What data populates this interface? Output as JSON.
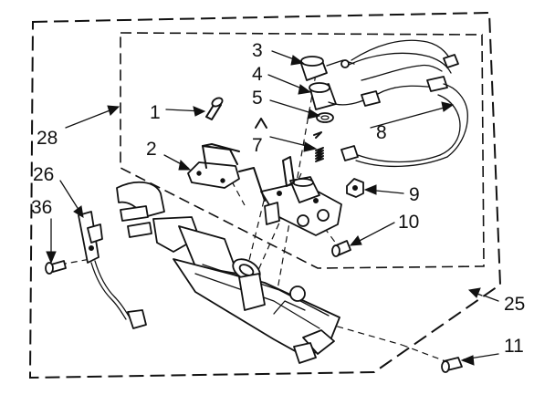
{
  "parts": {
    "p1": "1",
    "p2": "2",
    "p3": "3",
    "p4": "4",
    "p5": "5",
    "p7": "7",
    "p8": "8",
    "p9": "9",
    "p10": "10",
    "p11": "11",
    "p25": "25",
    "p26": "26",
    "p28": "28",
    "p36": "36"
  }
}
